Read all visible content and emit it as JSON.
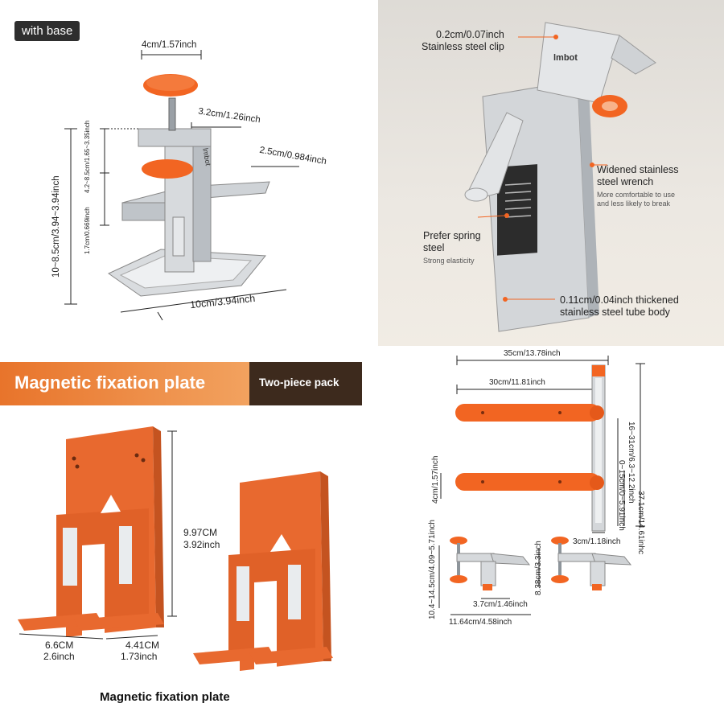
{
  "panel1": {
    "badge": "with base",
    "dim_top": "4cm/1.57inch",
    "dim_mid": "3.2cm/1.26inch",
    "dim_right": "2.5cm/0.984inch",
    "dim_left_outer": "10~8.5cm/3.94~3.94inch",
    "dim_left_inner_top": "4.2~8.5cm/1.65~3.35inch",
    "dim_left_inner_bottom": "1.7cm/0.669inch",
    "dim_bottom": "10cm/3.94inch",
    "brand": "lmbot"
  },
  "panel2": {
    "brand": "lmbot",
    "c1_title": "0.2cm/0.07inch",
    "c1_sub": "Stainless steel clip",
    "c2_title": "Widened stainless",
    "c2_title2": "steel wrench",
    "c2_desc1": "More comfortable to use",
    "c2_desc2": "and less likely to break",
    "c3_title": "Prefer spring",
    "c3_title2": "steel",
    "c3_desc": "Strong elasticity",
    "c4_title": "0.11cm/0.04inch thickened",
    "c4_title2": "stainless steel tube body"
  },
  "panel3": {
    "banner": "Magnetic fixation plate",
    "banner_pack": "Two-piece pack",
    "height_cm": "9.97CM",
    "height_in": "3.92inch",
    "width_cm": "6.6CM",
    "width_in": "2.6inch",
    "foot_cm": "4.41CM",
    "foot_in": "1.73inch",
    "caption": "Magnetic fixation plate"
  },
  "panel4": {
    "dim_top": "35cm/13.78inch",
    "dim_arm": "30cm/11.81inch",
    "dim_height": "37.1cm/14.61inhc",
    "dim_range": "16~31cm/6.3~12.2inch",
    "dim_range2": "0~15cm/0~5.91inch",
    "dim_gap": "4cm/1.57inch",
    "dim_bar": "3cm/1.18inch",
    "dim_clamp_h": "10.4~14.5cm/4.09~5.71inch",
    "dim_clamp_h2": "8.38cm/3.3inch",
    "dim_jaw": "3.7cm/1.46inch",
    "dim_clamp_w": "11.64cm/4.58inch"
  },
  "colors": {
    "accent": "#f26522",
    "steel": "#c9ccd0",
    "plate": "#e8692f"
  }
}
